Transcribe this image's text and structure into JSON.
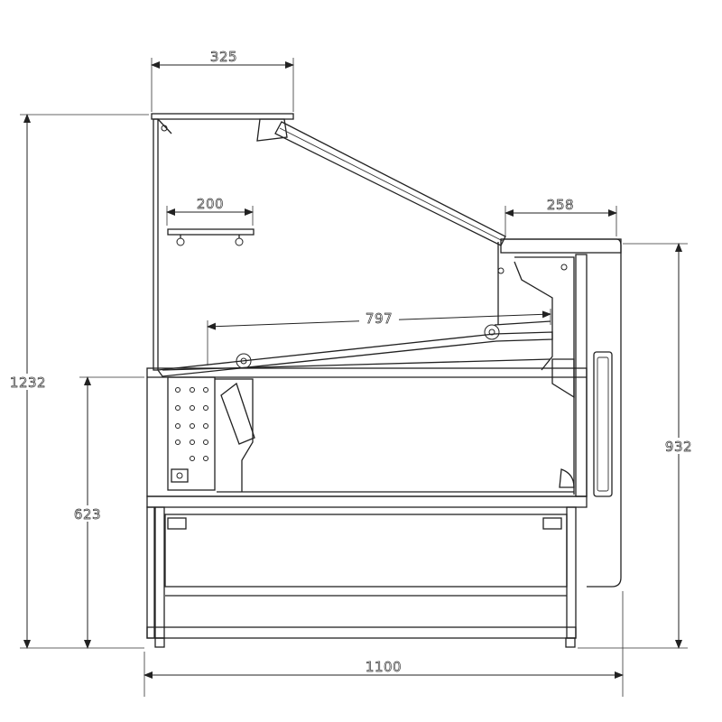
{
  "drawing": {
    "title": "Refrigerated display counter side elevation",
    "dimensions": {
      "top_canopy_width": "325",
      "inner_shelf_width": "200",
      "rear_worktop_width": "258",
      "display_depth": "797",
      "total_height": "1232",
      "counter_height": "623",
      "rear_height": "932",
      "total_depth": "1100"
    },
    "colors": {
      "line": "#222222",
      "background": "#ffffff"
    }
  }
}
